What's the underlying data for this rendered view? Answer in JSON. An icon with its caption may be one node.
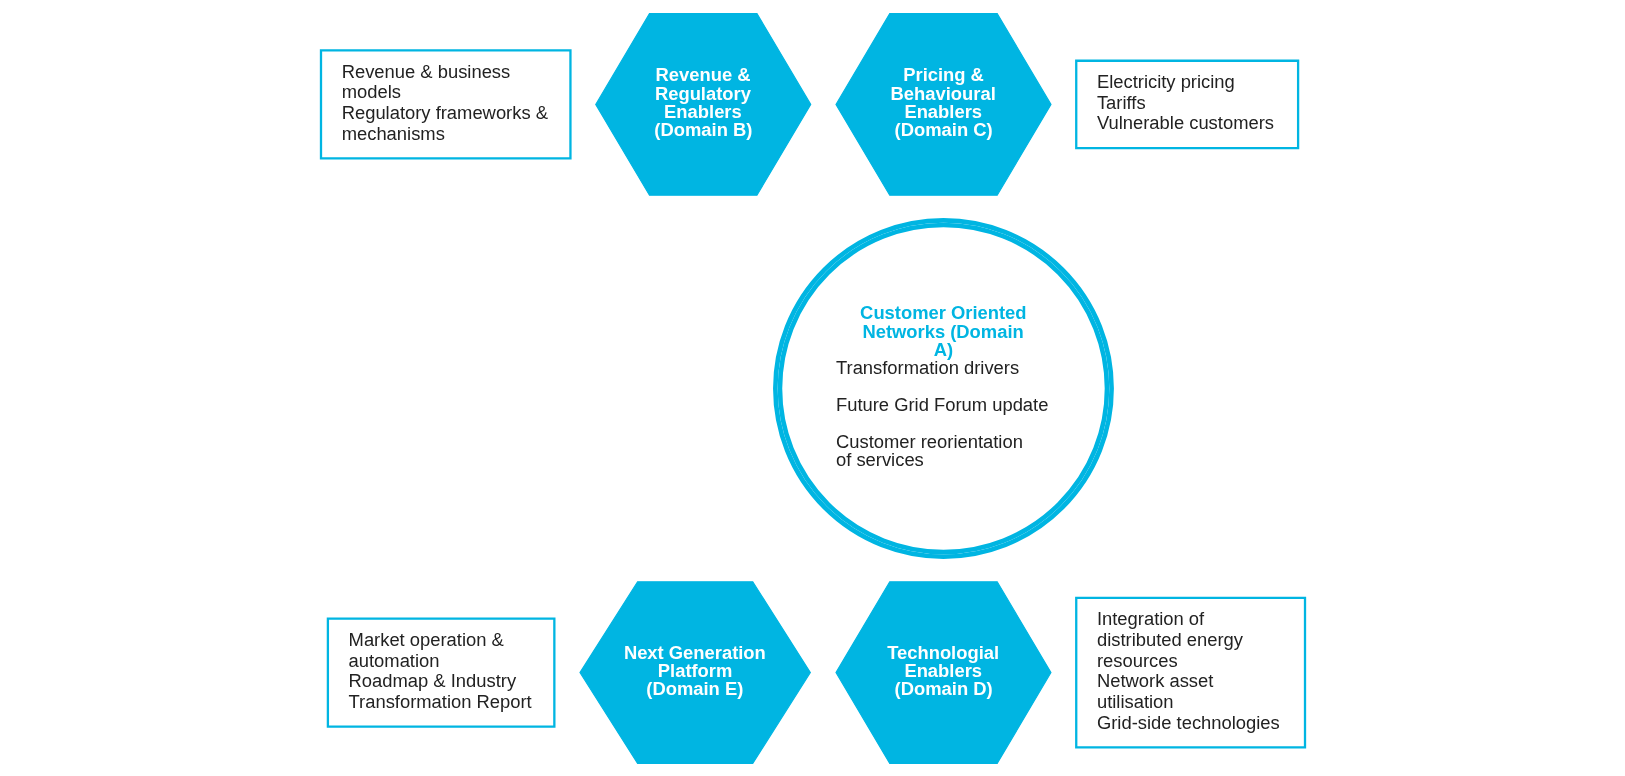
{
  "diagram": {
    "nodes": [
      {
        "text": [
          "Revenue & business models",
          "Regulatory frameworks & mechanisms"
        ]
      },
      {
        "text": [
          "Revenue & Regulatory Enablers (Domain B)"
        ]
      },
      {
        "text": [
          "Pricing & Behavioural Enablers (Domain C)"
        ]
      },
      {
        "text": [
          "Electricity pricing",
          "Tariffs",
          "Vulnerable customers"
        ]
      },
      {
        "text": [
          "Customer Oriented Networks (Domain A)",
          "Transformation drivers",
          "Future Grid Forum update",
          "Customer reorientation of services"
        ]
      },
      {
        "text": [
          "Market operation & automation",
          "Roadmap & Industry Transformation Report"
        ]
      },
      {
        "text": [
          "Next Generation Platform (Domain E)"
        ]
      },
      {
        "text": [
          "Technologial Enablers (Domain D)"
        ]
      },
      {
        "text": [
          "Integration of distributed energy resources",
          "Network asset utilisation",
          "Grid-side technologies"
        ]
      }
    ]
  }
}
